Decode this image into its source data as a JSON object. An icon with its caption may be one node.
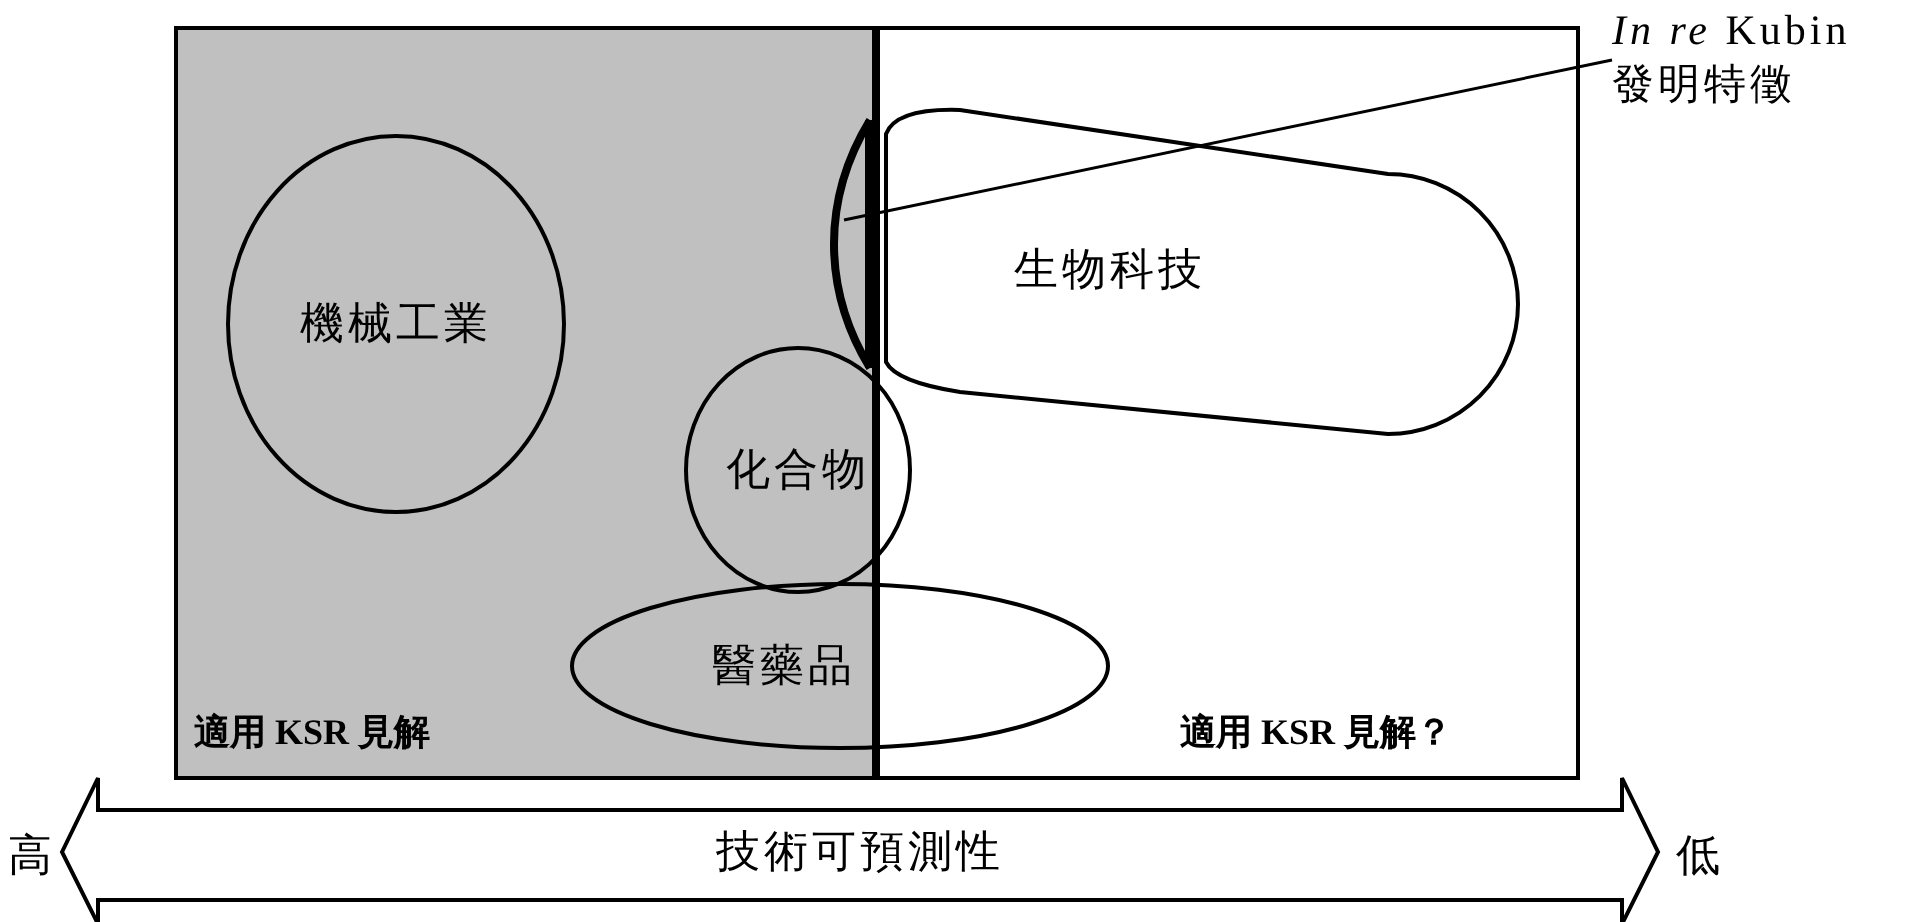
{
  "diagram": {
    "nodes": [
      {
        "text": [
          "適用 KSR 見解"
        ]
      },
      {
        "text": [
          "適用 KSR 見解？"
        ]
      },
      {
        "text": [
          "機械工業"
        ],
        "in": 0
      },
      {
        "text": [
          "生物科技"
        ],
        "in": 1
      },
      {
        "text": [
          "化合物"
        ]
      },
      {
        "text": [
          "醫藥品"
        ]
      },
      {
        "text": [],
        "shape": "arc",
        "in": 0
      },
      {
        "text": [
          "*In re* Kubin",
          "發明特徵"
        ]
      },
      {
        "text": [
          "技術可預測性"
        ],
        "beside": [
          "高",
          "低"
        ]
      }
    ],
    "edges": [
      {
        "from": 7,
        "to": 6,
        "arrow": "none"
      }
    ]
  }
}
